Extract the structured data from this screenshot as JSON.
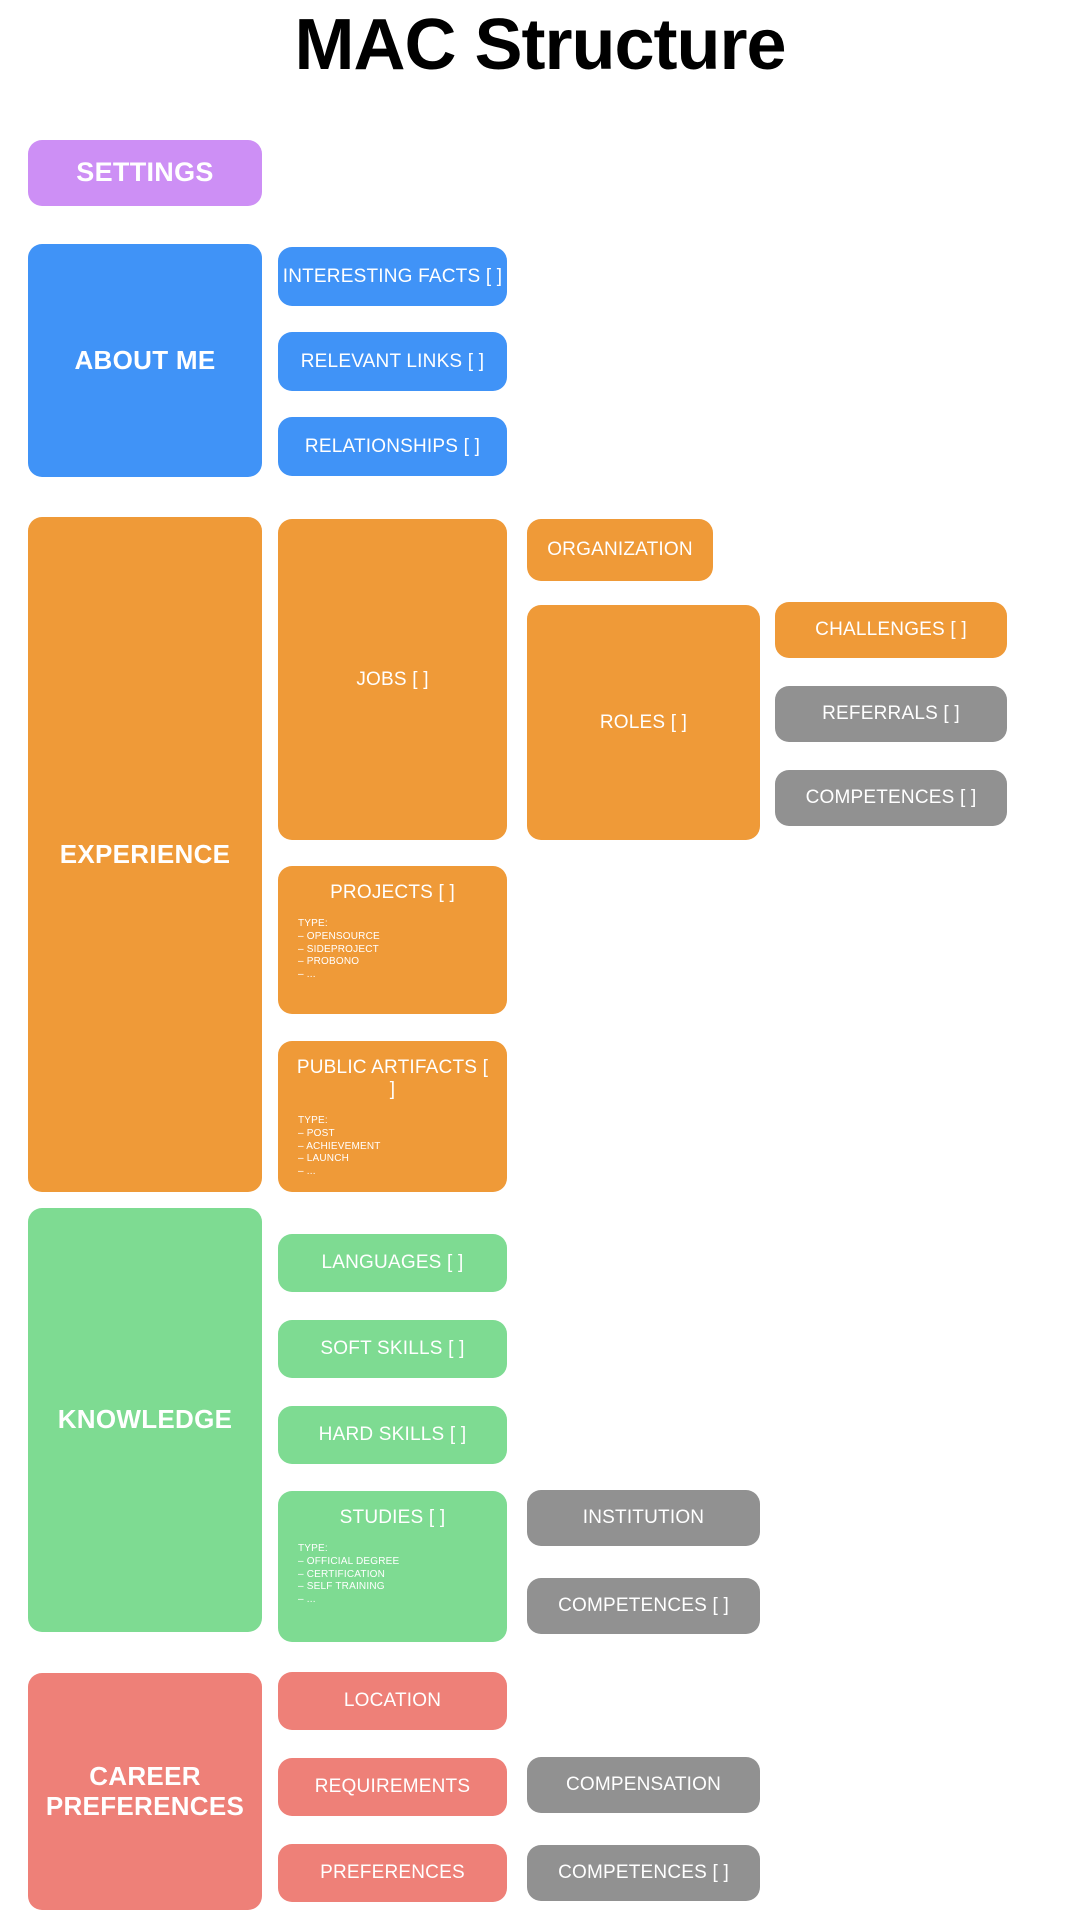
{
  "page": {
    "title": "MAC Structure",
    "background": "#ffffff"
  },
  "colors": {
    "purple": "#cd8ff5",
    "blue": "#4093f7",
    "orange": "#ef9a38",
    "green": "#7edb92",
    "salmon": "#ee8078",
    "gray": "#919191",
    "text_on_box": "#ffffff",
    "title_text": "#000000"
  },
  "sections": {
    "settings": {
      "label": "SETTINGS"
    },
    "about_me": {
      "label": "ABOUT ME",
      "children": [
        {
          "label": "INTERESTING FACTS [ ]"
        },
        {
          "label": "RELEVANT LINKS [ ]"
        },
        {
          "label": "RELATIONSHIPS [ ]"
        }
      ]
    },
    "experience": {
      "label": "EXPERIENCE",
      "jobs": {
        "label": "JOBS [ ]"
      },
      "organization": {
        "label": "ORGANIZATION"
      },
      "roles": {
        "label": "ROLES [ ]"
      },
      "challenges": {
        "label": "CHALLENGES [ ]"
      },
      "referrals": {
        "label": "REFERRALS [ ]"
      },
      "competences": {
        "label": "COMPETENCES [ ]"
      },
      "projects": {
        "label": "PROJECTS [ ]",
        "type_header": "TYPE:",
        "type_items": [
          "–  OPENSOURCE",
          "–  SIDEPROJECT",
          "–  PROBONO",
          "–  ..."
        ]
      },
      "public_artifacts": {
        "label": "PUBLIC ARTIFACTS [ ]",
        "type_header": "TYPE:",
        "type_items": [
          "–  POST",
          "–  ACHIEVEMENT",
          "–  LAUNCH",
          "–  ..."
        ]
      }
    },
    "knowledge": {
      "label": "KNOWLEDGE",
      "languages": {
        "label": "LANGUAGES [ ]"
      },
      "soft_skills": {
        "label": "SOFT SKILLS [ ]"
      },
      "hard_skills": {
        "label": "HARD SKILLS [ ]"
      },
      "studies": {
        "label": "STUDIES [ ]",
        "type_header": "TYPE:",
        "type_items": [
          "–  OFFICIAL DEGREE",
          "–  CERTIFICATION",
          "–  SELF TRAINING",
          "–  ..."
        ]
      },
      "institution": {
        "label": "INSTITUTION"
      },
      "competences": {
        "label": "COMPETENCES [ ]"
      }
    },
    "career_preferences": {
      "label": "CAREER\nPREFERENCES",
      "label_line1": "CAREER",
      "label_line2": "PREFERENCES",
      "location": {
        "label": "LOCATION"
      },
      "requirements": {
        "label": "REQUIREMENTS"
      },
      "preferences": {
        "label": "PREFERENCES"
      },
      "compensation": {
        "label": "COMPENSATION"
      },
      "competences": {
        "label": "COMPETENCES [ ]"
      }
    }
  }
}
